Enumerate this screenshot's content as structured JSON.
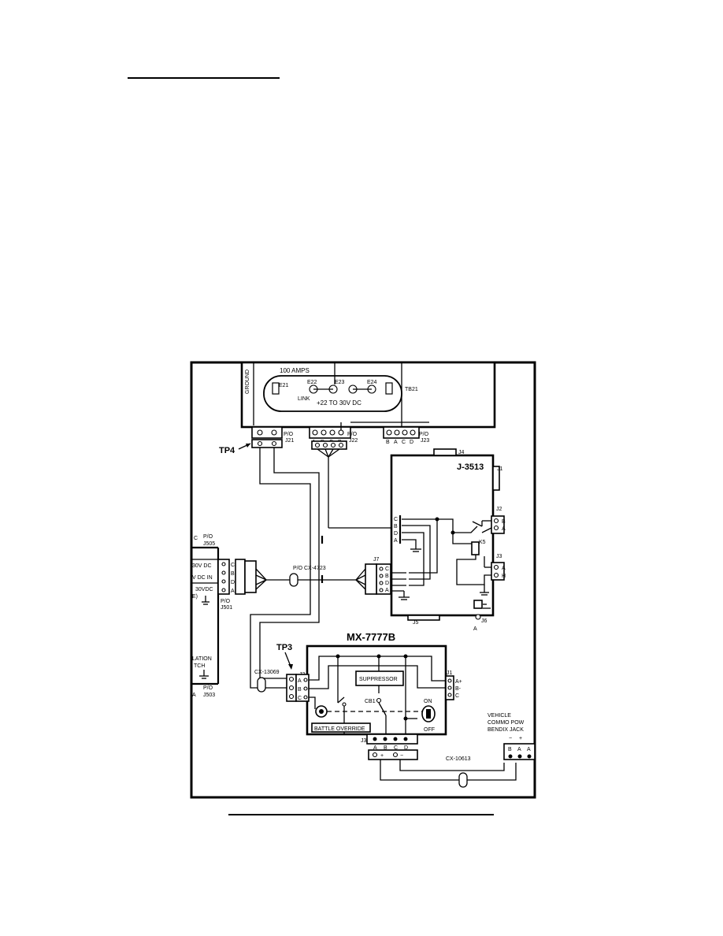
{
  "labels": {
    "ground": "GROUND",
    "amps": "100 AMPS",
    "e21": "E21",
    "e22": "E22",
    "e23": "E23",
    "e24": "E24",
    "link": "LINK",
    "voltage_range": "+22 TO 30V DC",
    "tb21": "TB21",
    "po": "P/O",
    "j21": "J21",
    "j22": "J22",
    "j23": "J23",
    "tp4": "TP4",
    "tp3": "TP3",
    "j4": "J4",
    "j3513": "J-3513",
    "j1": "J1",
    "j2": "J2",
    "j3": "J3",
    "j5": "J5",
    "j6": "J6",
    "j7": "J7",
    "k5": "K5",
    "j505": "J505",
    "j501": "J501",
    "j503": "J503",
    "v30_dc": "30V DC",
    "v_dc_in": "V DC IN",
    "v30vdc": "30VDC",
    "e_frag": "E)",
    "lation": "LATION",
    "tch": "TCH",
    "cx4723": "P/O CX-4723",
    "cx13069": "CX-13069",
    "mx7777b": "MX-7777B",
    "suppressor": "SUPPRESSOR",
    "cb1": "CB1",
    "on": "ON",
    "off": "OFF",
    "battle_override": "BATTLE OVERRIDE",
    "cx10613": "CX-10613",
    "vehicle": "VEHICLE",
    "commo_pow": "COMMO POW",
    "bendix_jack": "BENDIX JACK",
    "a": "A",
    "b": "B",
    "c": "C",
    "d": "D",
    "h": "H",
    "a_plus": "A+",
    "b_minus": "B-",
    "plus": "+",
    "minus": "−"
  }
}
